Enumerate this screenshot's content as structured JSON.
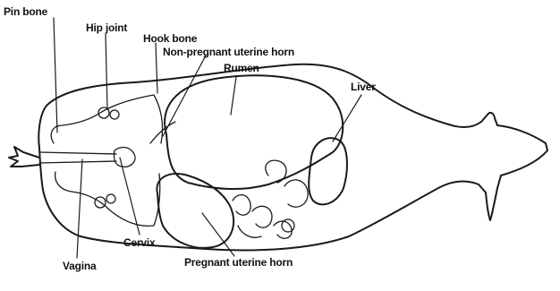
{
  "labels": {
    "pin_bone": "Pin bone",
    "hip_joint": "Hip joint",
    "hook_bone": "Hook bone",
    "non_pregnant_horn": "Non-pregnant uterine horn",
    "rumen": "Rumen",
    "liver": "Liver",
    "vagina": "Vagina",
    "cervix": "Cervix",
    "pregnant_horn": "Pregnant uterine horn"
  },
  "colors": {
    "ink": "#1a1a1a",
    "background": "#ffffff"
  }
}
